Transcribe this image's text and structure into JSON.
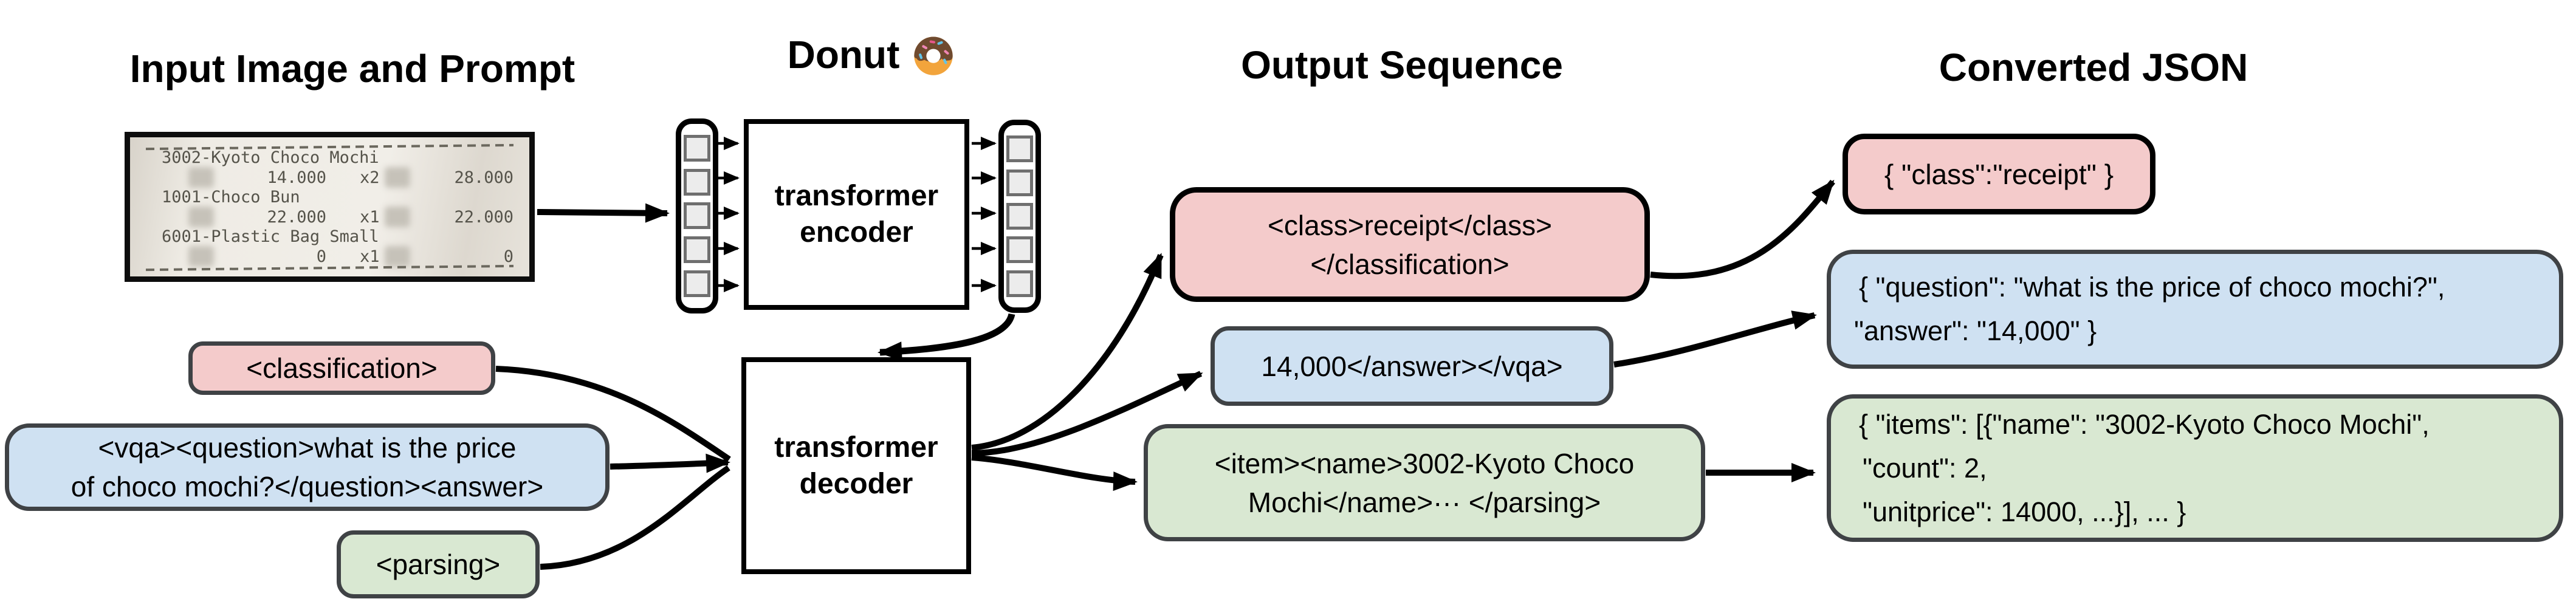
{
  "headers": {
    "input": "Input Image and Prompt",
    "model": "Donut",
    "output": "Output Sequence",
    "json": "Converted JSON"
  },
  "receipt": {
    "items": [
      {
        "name": "3002-Kyoto Choco Mochi",
        "price": "14.000",
        "qty": "x2",
        "total": "28.000"
      },
      {
        "name": "1001-Choco Bun",
        "price": "22.000",
        "qty": "x1",
        "total": "22.000"
      },
      {
        "name": "6001-Plastic Bag Small",
        "price": "0",
        "qty": "x1",
        "total": "0"
      }
    ]
  },
  "encoder": {
    "line1": "transformer",
    "line2": "encoder"
  },
  "decoder": {
    "line1": "transformer",
    "line2": "decoder"
  },
  "prompts": {
    "classification": {
      "label": "<classification>"
    },
    "vqa": {
      "line1": "<vqa><question>what is the price",
      "line2": "of choco mochi?</question><answer>"
    },
    "parsing": {
      "label": "<parsing>"
    }
  },
  "outputs": {
    "classification": {
      "line1": "<class>receipt</class>",
      "line2": "</classification>"
    },
    "vqa": {
      "text": "14,000</answer></vqa>"
    },
    "parsing": {
      "line1": "<item><name>3002-Kyoto Choco",
      "line2": "Mochi</name>··· </parsing>"
    }
  },
  "converted": {
    "classification": {
      "text": "{ \"class\":\"receipt\" }"
    },
    "vqa": {
      "line1": "{ \"question\": \"what is the price of choco mochi?\",",
      "line2": "\"answer\": \"14,000\" }"
    },
    "parsing": {
      "line1": "{ \"items\": [{\"name\": \"3002-Kyoto Choco Mochi\",",
      "line2": "\"count\": 2,",
      "line3": "\"unitprice\": 14000, ...}], ... }"
    }
  },
  "colors": {
    "classification_fill": "#f4cbcb",
    "vqa_fill": "#cfe1f2",
    "parsing_fill": "#d9e8d2",
    "box_border_gray": "#3f4245",
    "arrow_black": "#000000",
    "patch_square_fill": "#ececec"
  }
}
